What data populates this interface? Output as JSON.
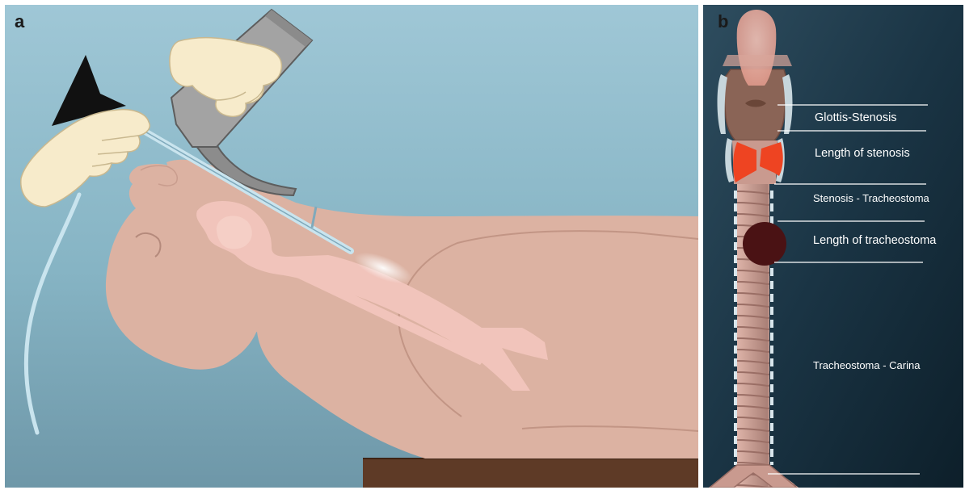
{
  "panels": {
    "a": {
      "letter": "a",
      "background": "#8fbdcf",
      "skin_color": "#dcb2a2",
      "glove_color": "#f7ebcb",
      "instrument_color": "#a3a3a3",
      "table_color": "#5e3a26"
    },
    "b": {
      "letter": "b",
      "background": "#173040",
      "stenosis_color": "#ee4422",
      "tracheostoma_color": "#4a1214",
      "labels": {
        "glottis_stenosis": "Glottis-Stenosis",
        "length_of_stenosis": "Length of stenosis",
        "stenosis_tracheostoma": "Stenosis - Tracheostoma",
        "length_of_tracheostoma": "Length of tracheostoma",
        "tracheostoma_carina": "Tracheostoma - Carina"
      }
    }
  }
}
